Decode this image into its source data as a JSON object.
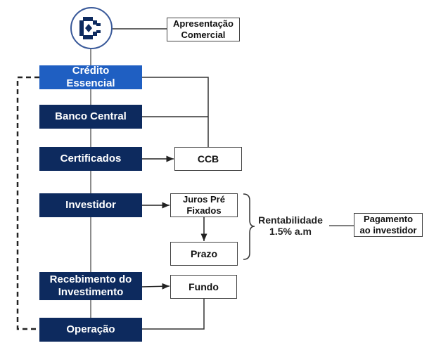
{
  "diagram": {
    "logo": {
      "icon": "credito-essencial-logo-icon",
      "border_color": "#3a5a9a",
      "fill_color": "#0d2a5e"
    },
    "colors": {
      "primary": "#0d2a5e",
      "accent": "#1f5fc2",
      "line": "#555555"
    },
    "top_box": {
      "label": "Apresentação\nComercial"
    },
    "steps": [
      {
        "id": "credito-essencial",
        "label": "Crédito\nEssencial",
        "highlighted": true
      },
      {
        "id": "banco-central",
        "label": "Banco Central"
      },
      {
        "id": "certificados",
        "label": "Certificados"
      },
      {
        "id": "investidor",
        "label": "Investidor"
      },
      {
        "id": "recebimento",
        "label": "Recebimento do\nInvestimento"
      },
      {
        "id": "operacao",
        "label": "Operação"
      }
    ],
    "side_boxes": {
      "ccb": {
        "label": "CCB"
      },
      "juros": {
        "label": "Juros Pré\nFixados"
      },
      "prazo": {
        "label": "Prazo"
      },
      "fundo": {
        "label": "Fundo"
      },
      "pagamento": {
        "label": "Pagamento\nao investidor"
      }
    },
    "rentabilidade": {
      "label": "Rentabilidade\n1.5% a.m"
    }
  }
}
